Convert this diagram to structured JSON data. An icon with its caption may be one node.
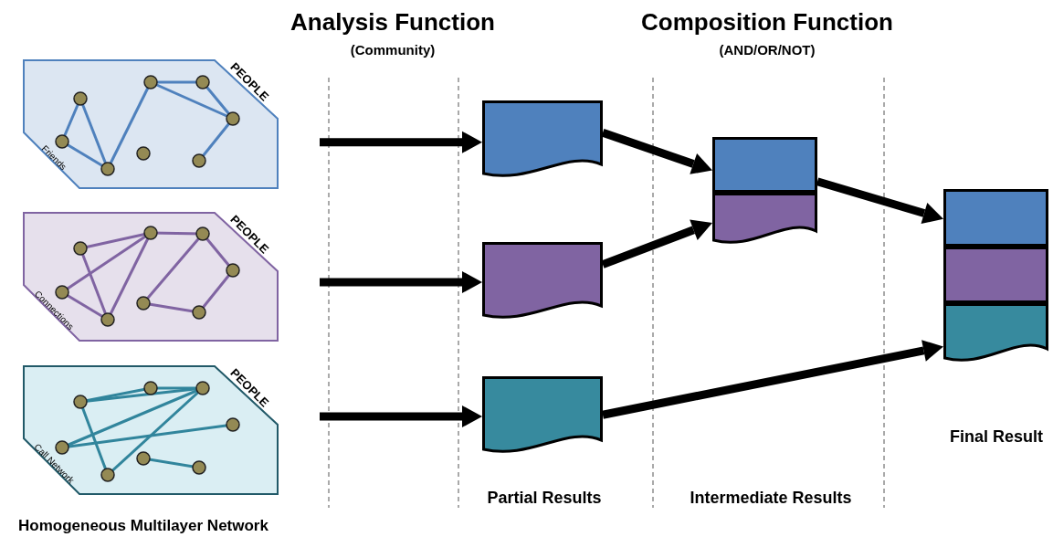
{
  "diagram": {
    "nodes": [
      {
        "text": [
          "PEOPLE",
          "Friends"
        ]
      },
      {
        "text": [
          "PEOPLE",
          "Connections"
        ]
      },
      {
        "text": [
          "PEOPLE",
          "Call Network"
        ]
      },
      {
        "text": [],
        "shape": "document"
      },
      {
        "text": [],
        "shape": "document"
      },
      {
        "text": [],
        "shape": "document"
      },
      {
        "text": [],
        "shape": "box"
      },
      {
        "text": [],
        "shape": "document"
      },
      {
        "text": [],
        "shape": "box"
      },
      {
        "text": [],
        "shape": "box"
      },
      {
        "text": [],
        "shape": "document"
      }
    ],
    "edges": [
      {
        "from": null,
        "to": 3,
        "arrow": "to"
      },
      {
        "from": null,
        "to": 4,
        "arrow": "to"
      },
      {
        "from": null,
        "to": 5,
        "arrow": "to"
      },
      {
        "from": 3,
        "to": 6,
        "arrow": "to"
      },
      {
        "from": 4,
        "to": 7,
        "arrow": "to"
      },
      {
        "from": 6,
        "to": 8,
        "arrow": "to"
      },
      {
        "from": 5,
        "to": 10,
        "arrow": "to"
      }
    ],
    "labels": [
      "Analysis Function",
      "(Community)",
      "Composition Function",
      "(AND/OR/NOT)",
      "Partial Results",
      "Intermediate Results",
      "Final Result",
      "Homogeneous Multilayer Network"
    ]
  }
}
